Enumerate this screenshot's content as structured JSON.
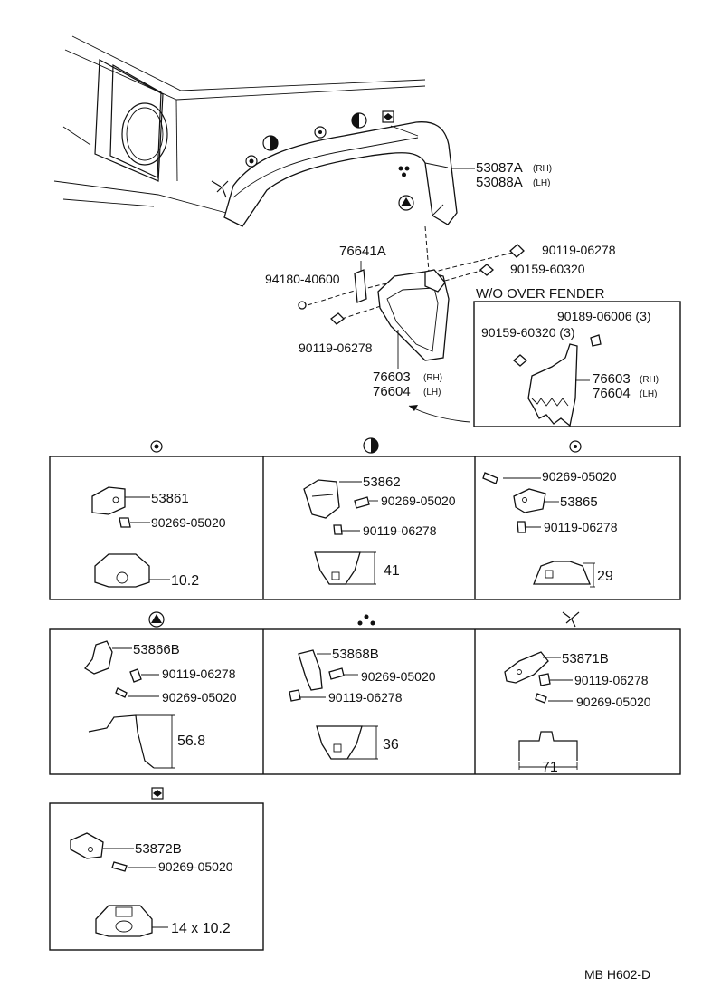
{
  "main": {
    "fender_rh": "53087A",
    "fender_lh": "53088A",
    "flap_bracket": "76641A",
    "nut": "94180-40600",
    "screw_a": "90119-06278",
    "screw_b": "90119-06278",
    "bolt_a": "90159-60320",
    "flap_rh": "76603",
    "flap_lh": "76604"
  },
  "suffix": {
    "rh": "(RH)",
    "lh": "(LH)"
  },
  "inset": {
    "title": "W/O OVER FENDER",
    "nut": "90189-06006 (3)",
    "bolt": "90159-60320 (3)",
    "flap_rh": "76603",
    "flap_lh": "76604"
  },
  "panels": {
    "p1": {
      "part": "53861",
      "rivet": "90269-05020",
      "dim": "10.2"
    },
    "p2": {
      "part": "53862",
      "rivet": "90269-05020",
      "screw": "90119-06278",
      "dim": "41"
    },
    "p3": {
      "rivet": "90269-05020",
      "part": "53865",
      "screw": "90119-06278",
      "dim": "29"
    },
    "p4": {
      "part": "53866B",
      "screw": "90119-06278",
      "rivet": "90269-05020",
      "dim": "56.8"
    },
    "p5": {
      "part": "53868B",
      "rivet": "90269-05020",
      "screw": "90119-06278",
      "dim": "36"
    },
    "p6": {
      "part": "53871B",
      "screw": "90119-06278",
      "rivet": "90269-05020",
      "dim": "71"
    },
    "p7": {
      "part": "53872B",
      "rivet": "90269-05020",
      "dim": "14 x 10.2"
    }
  },
  "footer": {
    "code": "MB  H602-D"
  }
}
